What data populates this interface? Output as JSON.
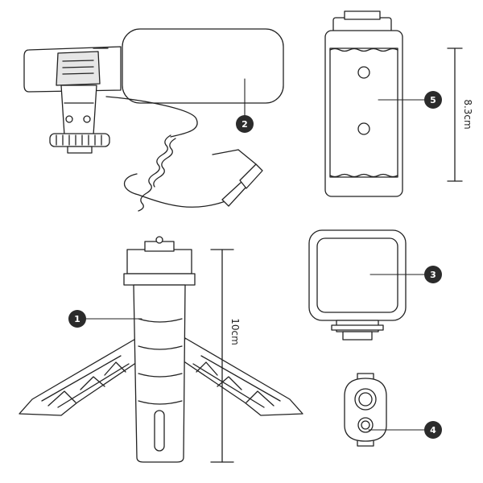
{
  "colors": {
    "line": "#222222",
    "badge": "#2b2b2b",
    "badge_text": "#ffffff",
    "fill": "#ffffff",
    "shade": "#e6e6e6"
  },
  "callouts": [
    {
      "id": "tripod",
      "label": "1"
    },
    {
      "id": "microphone",
      "label": "2"
    },
    {
      "id": "led-light",
      "label": "3"
    },
    {
      "id": "remote",
      "label": "4"
    },
    {
      "id": "phone-clamp",
      "label": "5"
    }
  ],
  "dimensions": {
    "clamp_height": "8.3cm",
    "tripod_height": "10cm"
  }
}
